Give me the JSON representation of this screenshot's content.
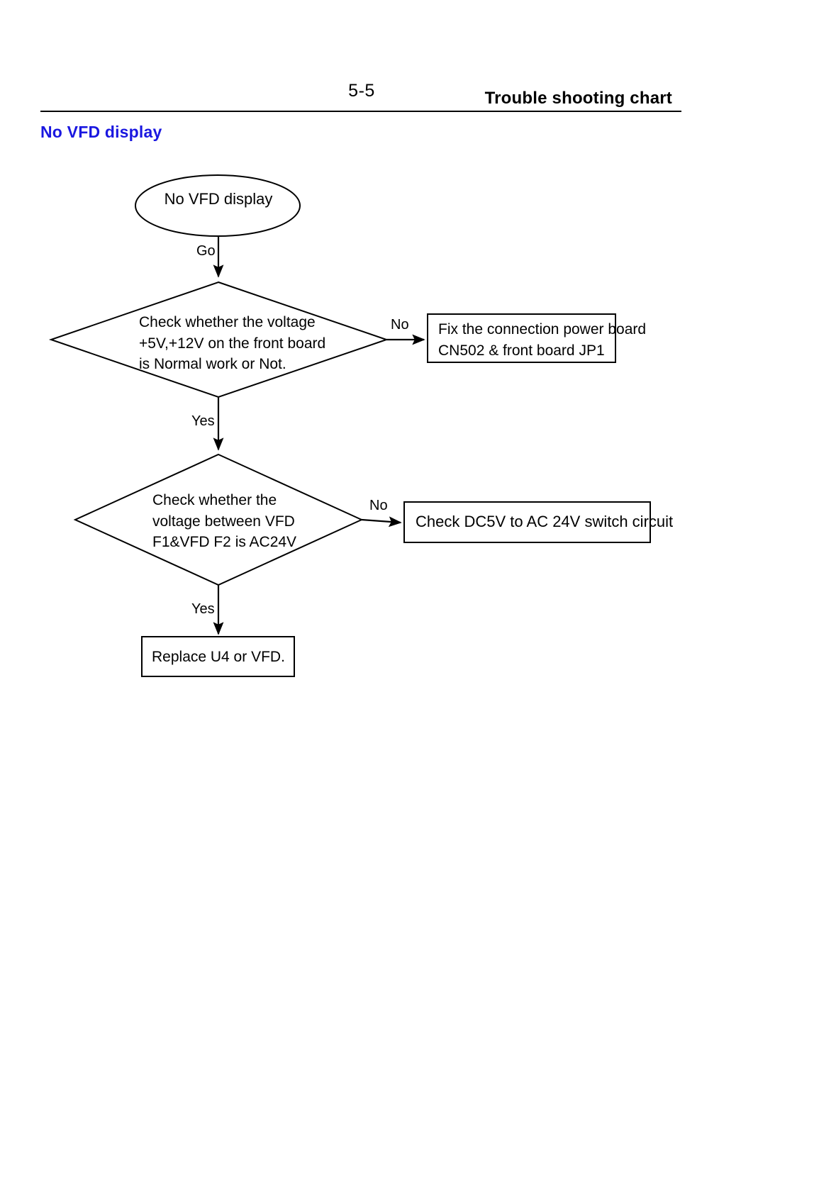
{
  "header": {
    "page_number": "5-5",
    "title": "Trouble shooting chart"
  },
  "section": {
    "heading": "No VFD display",
    "heading_color": "#1a17e0"
  },
  "flowchart": {
    "start": {
      "shape": "ellipse",
      "label": "No VFD display"
    },
    "decisions": [
      {
        "id": "decision-voltage-front-board",
        "lines": [
          [
            "Check",
            "whether",
            "the",
            "voltage"
          ],
          [
            "+5V,+12V",
            "on",
            "the",
            "front",
            "board"
          ],
          [
            "is Normal work or Not."
          ]
        ],
        "yes_label": "Yes",
        "no_label": "No"
      },
      {
        "id": "decision-vfd-f1-f2",
        "lines": [
          [
            "Check",
            "whether",
            "the"
          ],
          [
            "voltage",
            "between",
            "VFD"
          ],
          [
            "F1&VFD F2 is AC24V"
          ]
        ],
        "yes_label": "Yes",
        "no_label": "No"
      }
    ],
    "actions": [
      {
        "id": "fix-connection-power-board",
        "lines": [
          [
            "Fix",
            "the",
            "connection",
            "power",
            "board"
          ],
          [
            "CN502 & front board JP1"
          ]
        ]
      },
      {
        "id": "check-dc5v-ac24v-switch-circuit",
        "lines": [
          [
            "Check DC5V to AC 24V switch circuit"
          ]
        ]
      },
      {
        "id": "replace-u4-or-vfd",
        "lines": [
          [
            "Replace U4 or VFD."
          ]
        ]
      }
    ],
    "edge_labels": {
      "start_to_decision1": "Go",
      "decision1_no": "No",
      "decision1_yes": "Yes",
      "decision2_no": "No",
      "decision2_yes": "Yes"
    }
  }
}
